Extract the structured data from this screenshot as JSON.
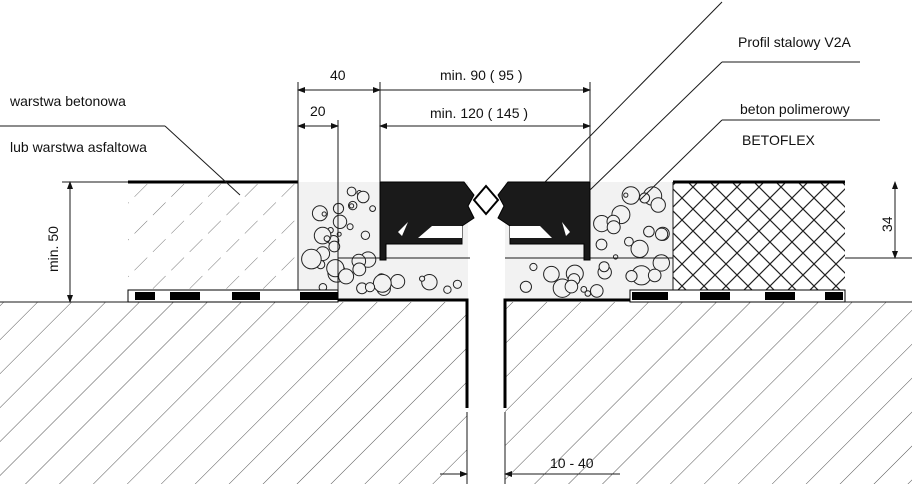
{
  "labels": {
    "profile": "Profil stalowy V2A",
    "polymer1": "beton polimerowy",
    "polymer2": "BETOFLEX",
    "concrete_layer": "warstwa betonowa",
    "asphalt_layer": "lub warstwa asfaltowa"
  },
  "dimensions": {
    "d40": "40",
    "d20": "20",
    "min90": "min. 90  ( 95 )",
    "min120": "min. 120  ( 145 )",
    "min50": "min. 50",
    "d34": "34",
    "gap": "10  -  40"
  },
  "colors": {
    "profile_fill": "#1a1a1a",
    "line": "#000000",
    "hatch": "#555555",
    "fill_bg": "#f2f2f2"
  }
}
